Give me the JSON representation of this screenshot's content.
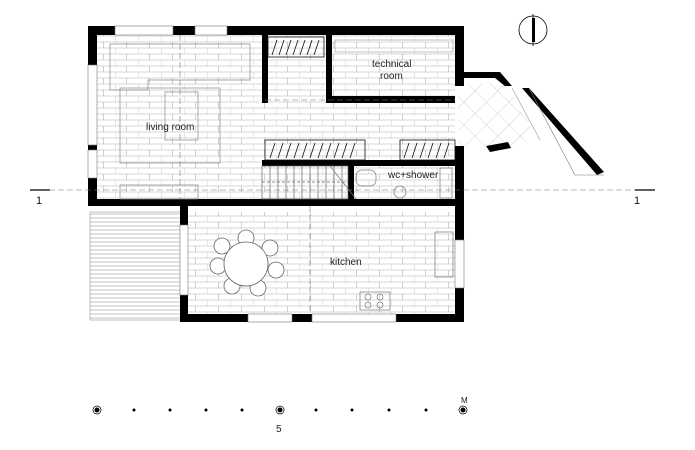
{
  "rooms": {
    "living_room": "living room",
    "technical_room_line1": "technical",
    "technical_room_line2": "room",
    "wc_shower": "wc+shower",
    "kitchen": "kitchen"
  },
  "section_marker": {
    "left": "1",
    "right": "1"
  },
  "scale_bar": {
    "mid_label": "5",
    "unit": "M"
  },
  "colors": {
    "wall": "#000000",
    "line": "#9a9a9a",
    "dash": "#555555"
  },
  "icons": {
    "north_arrow": "north-arrow-icon"
  }
}
